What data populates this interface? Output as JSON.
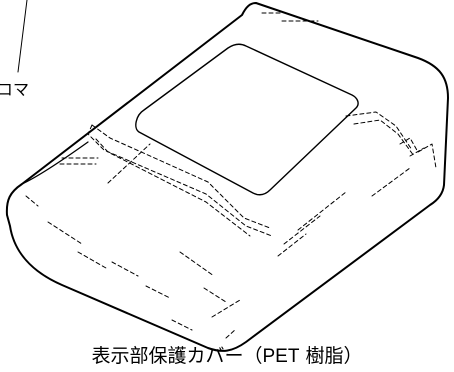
{
  "callout": {
    "label": "コマ"
  },
  "caption": {
    "name": "表示部保護カバー",
    "paren_open": "（",
    "material_code": "PET",
    "material_name": " 樹脂",
    "paren_close": "）"
  },
  "colors": {
    "line": "#000000",
    "background": "#ffffff"
  }
}
